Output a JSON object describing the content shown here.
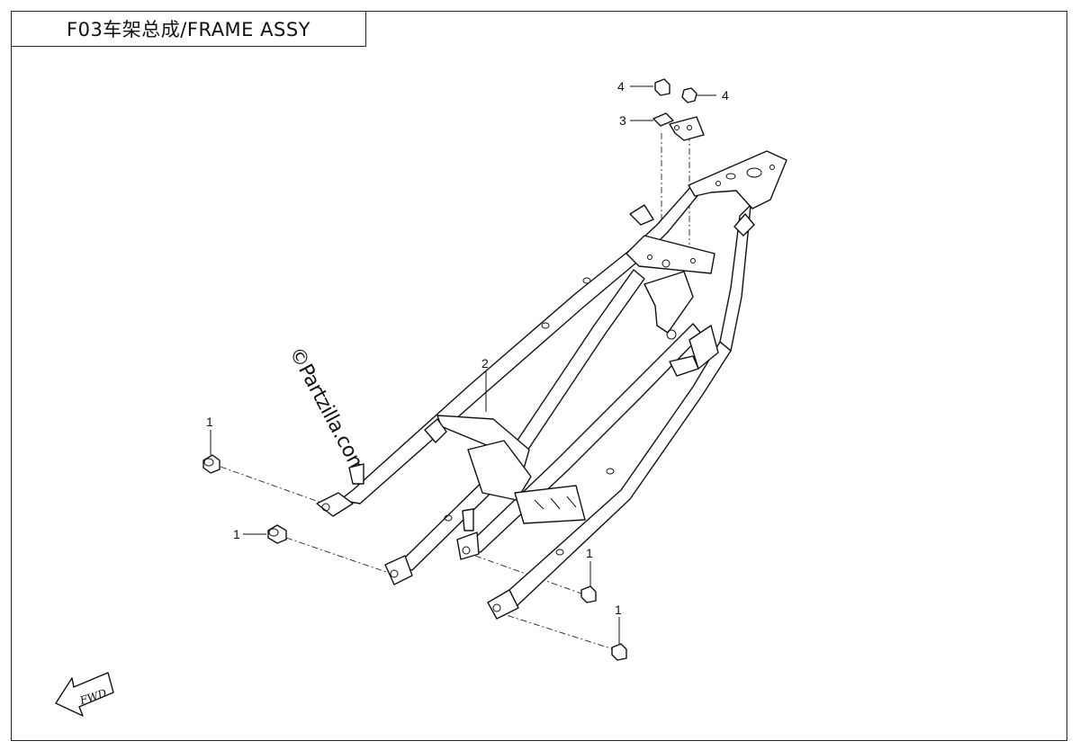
{
  "title": "F03车架总成/FRAME ASSY",
  "watermark": "©Partzilla.com",
  "fwd_label": "FWD",
  "callouts": {
    "c1a": "1",
    "c1b": "1",
    "c1c": "1",
    "c1d": "1",
    "c2": "2",
    "c3": "3",
    "c4a": "4",
    "c4b": "4"
  }
}
